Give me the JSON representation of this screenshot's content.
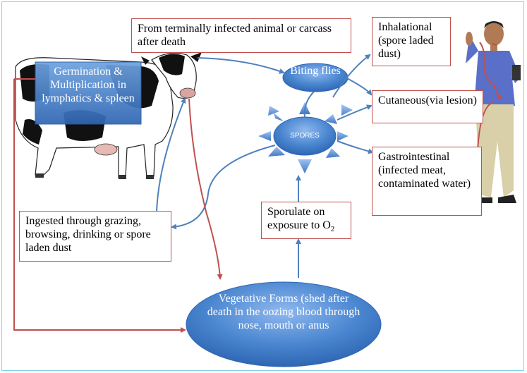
{
  "boxes": {
    "source": "From terminally infected animal or carcass after death",
    "inhalational": "Inhalational (spore laded dust)",
    "cutaneous": "Cutaneous(via lesion)",
    "gastrointestinal": "Gastrointestinal (infected meat, contaminated water)",
    "ingested": "Ingested through grazing, browsing, drinking or spore laden dust",
    "sporulate_line1": "Sporulate on",
    "sporulate_line2_prefix": "exposure to O",
    "sporulate_sub": "2"
  },
  "nodes": {
    "germination": "Germination & Multiplication in lymphatics & spleen",
    "biting_flies": "Biting flies",
    "spores": "SPORES",
    "vegetative": "Vegetative Forms (shed after death in the oozing blood through nose, mouth or anus"
  },
  "colors": {
    "box_border": "#c0504d",
    "arrow_blue": "#4f81bd",
    "arrow_red": "#c0504d",
    "node_fill": "#4a86d0"
  }
}
